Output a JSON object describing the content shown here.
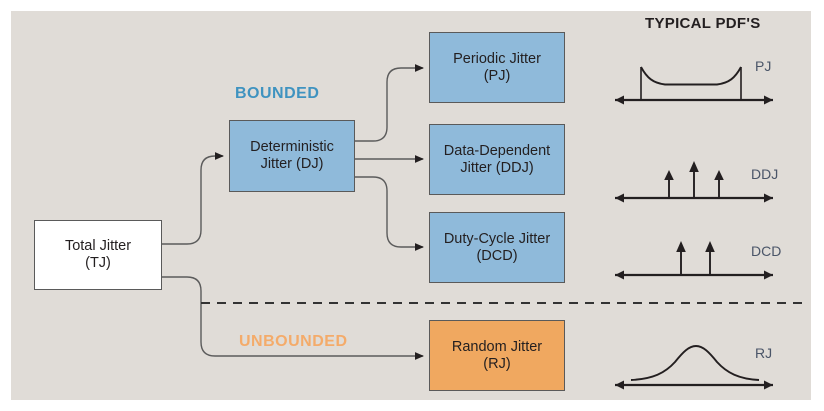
{
  "diagram": {
    "title": "TYPICAL PDF'S",
    "colors": {
      "panel_background": "#e0dcd7",
      "deterministic_blue": "#8fbada",
      "random_orange": "#f0a860",
      "bounded_label": "#3f93c0",
      "unbounded_label": "#f4ab6a",
      "box_border": "#5a5a5a",
      "wire": "#5b5b5b",
      "text": "#231f20",
      "pdf_label": "#4a5568"
    },
    "categories": [
      {
        "id": "bounded",
        "label": "BOUNDED"
      },
      {
        "id": "unbounded",
        "label": "UNBOUNDED"
      }
    ],
    "nodes": [
      {
        "id": "tj",
        "line1": "Total Jitter",
        "line2": "(TJ)",
        "style": "white"
      },
      {
        "id": "dj",
        "line1": "Deterministic",
        "line2": "Jitter (DJ)",
        "style": "blue"
      },
      {
        "id": "pj",
        "line1": "Periodic Jitter",
        "line2": "(PJ)",
        "style": "blue"
      },
      {
        "id": "ddj",
        "line1": "Data-Dependent",
        "line2": "Jitter (DDJ)",
        "style": "blue"
      },
      {
        "id": "dcd",
        "line1": "Duty-Cycle Jitter",
        "line2": "(DCD)",
        "style": "blue"
      },
      {
        "id": "rj",
        "line1": "Random Jitter",
        "line2": "(RJ)",
        "style": "orange"
      }
    ],
    "edges": [
      {
        "from": "tj",
        "to": "dj"
      },
      {
        "from": "tj",
        "to": "rj"
      },
      {
        "from": "dj",
        "to": "pj"
      },
      {
        "from": "dj",
        "to": "ddj"
      },
      {
        "from": "dj",
        "to": "dcd"
      }
    ],
    "pdfs": [
      {
        "id": "pj",
        "label": "PJ",
        "shape": "bathtub-bimodal"
      },
      {
        "id": "ddj",
        "label": "DDJ",
        "shape": "three-impulses"
      },
      {
        "id": "dcd",
        "label": "DCD",
        "shape": "two-impulses"
      },
      {
        "id": "rj",
        "label": "RJ",
        "shape": "gaussian"
      }
    ]
  }
}
